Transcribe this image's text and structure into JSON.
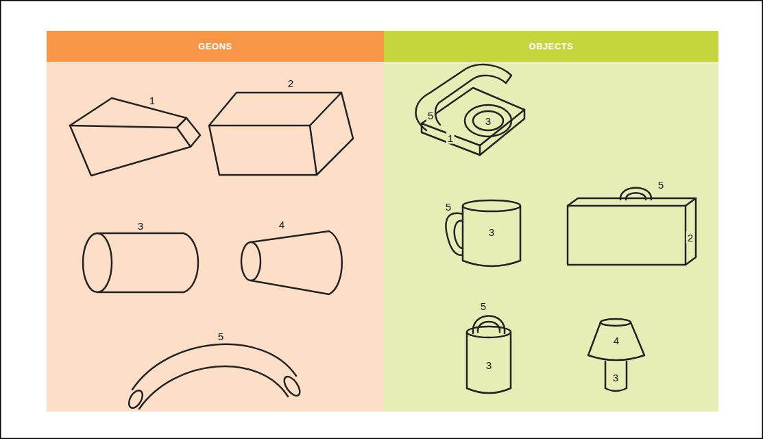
{
  "diagram": {
    "nodes": [
      {
        "text": [
          "GEONS"
        ]
      },
      {
        "text": [
          "OBJECTS"
        ]
      }
    ],
    "labels": [
      "1",
      "2",
      "3",
      "4",
      "5",
      "5",
      "3",
      "1",
      "5",
      "3",
      "5",
      "2",
      "5",
      "3",
      "4",
      "3"
    ]
  }
}
